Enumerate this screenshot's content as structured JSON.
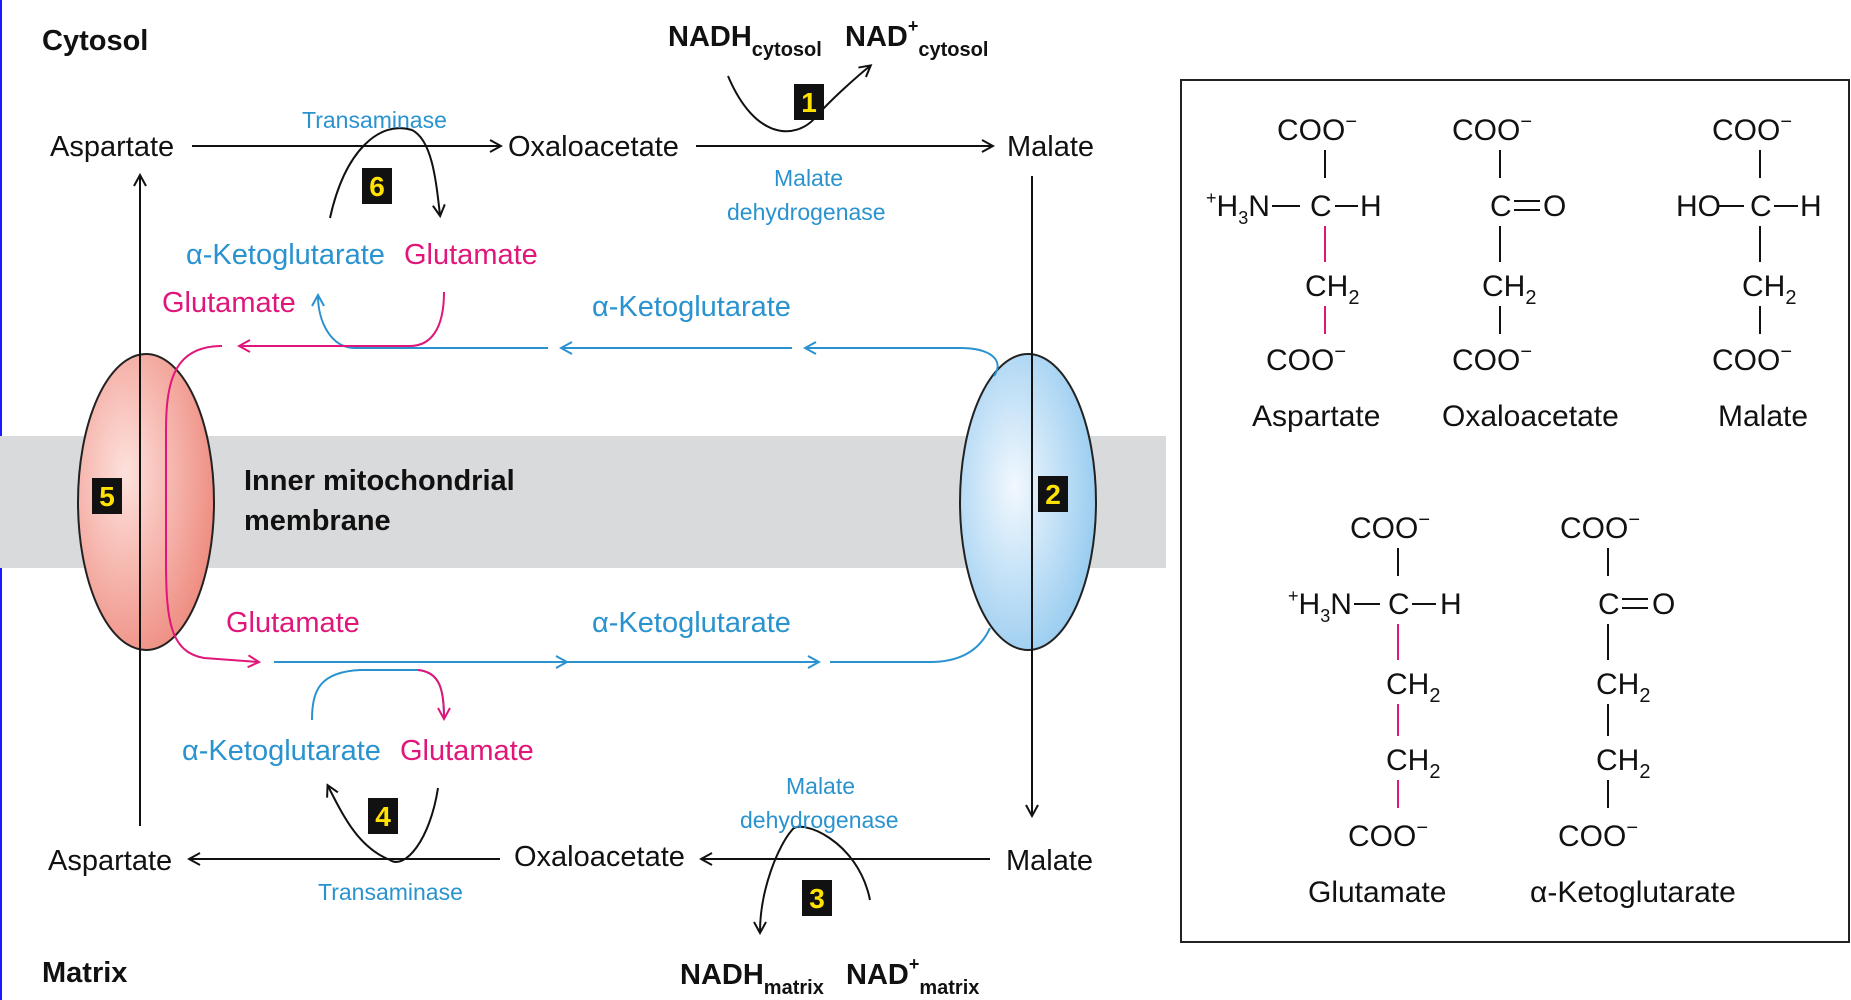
{
  "colors": {
    "blue": "#2a93cf",
    "pink": "#e0167a",
    "membrane": "#d9dadc",
    "badge_bg": "#111111",
    "badge_fg": "#ffe200",
    "page_border": "#1a1aff"
  },
  "compartments": {
    "cytosol": "Cytosol",
    "matrix": "Matrix",
    "membrane_line1": "Inner mitochondrial",
    "membrane_line2": "membrane"
  },
  "top": {
    "aspartate": "Aspartate",
    "oxaloacetate": "Oxaloacetate",
    "malate": "Malate",
    "transaminase": "Transaminase",
    "mdh_line1": "Malate",
    "mdh_line2": "dehydrogenase",
    "nadh": "NADH",
    "nadh_sub": "cytosol",
    "nad": "NAD",
    "nad_sup": "+",
    "nad_sub": "cytosol",
    "akg": "α-Ketoglutarate",
    "glutamate": "Glutamate",
    "glutamate_left": "Glutamate"
  },
  "middle": {
    "akg_upper": "α-Ketoglutarate",
    "glutamate_lower": "Glutamate",
    "akg_lower": "α-Ketoglutarate"
  },
  "bottom": {
    "aspartate": "Aspartate",
    "oxaloacetate": "Oxaloacetate",
    "malate": "Malate",
    "transaminase": "Transaminase",
    "mdh_line1": "Malate",
    "mdh_line2": "dehydrogenase",
    "nadh": "NADH",
    "nadh_sub": "matrix",
    "nad": "NAD",
    "nad_sup": "+",
    "nad_sub": "matrix",
    "akg": "α-Ketoglutarate",
    "glutamate": "Glutamate"
  },
  "badges": [
    "1",
    "2",
    "3",
    "4",
    "5",
    "6"
  ],
  "structures": {
    "coo": "COO",
    "minus": "−",
    "plus": "+",
    "h3n": "H",
    "h3n_sub": "3",
    "n": "N",
    "c": "C",
    "h": "H",
    "o": "O",
    "ho": "HO",
    "ch": "CH",
    "ch_sub": "2",
    "names": {
      "aspartate": "Aspartate",
      "oxaloacetate": "Oxaloacetate",
      "malate": "Malate",
      "glutamate": "Glutamate",
      "akg": "α-Ketoglutarate"
    }
  }
}
